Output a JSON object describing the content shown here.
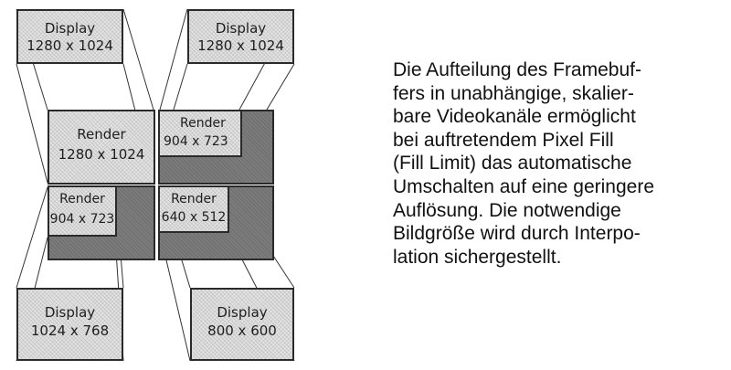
{
  "displays": {
    "top_left": {
      "title": "Display",
      "resolution": "1280 x 1024"
    },
    "top_right": {
      "title": "Display",
      "resolution": "1280 x 1024"
    },
    "bottom_left": {
      "title": "Display",
      "resolution": "1024 x 768"
    },
    "bottom_right": {
      "title": "Display",
      "resolution": "800 x 600"
    }
  },
  "renders": {
    "top_left": {
      "title": "Render",
      "resolution": "1280 x 1024"
    },
    "top_right": {
      "title": "Render",
      "resolution": "904 x 723"
    },
    "bottom_left": {
      "title": "Render",
      "resolution": "904 x 723"
    },
    "bottom_right": {
      "title": "Render",
      "resolution": "640 x 512"
    }
  },
  "description_lines": [
    "Die Aufteilung des Framebuf-",
    "fers in unabhängige, skalier-",
    "bare Videokanäle ermöglicht",
    "bei auftretendem Pixel Fill",
    "(Fill Limit) das automatische",
    "Umschalten auf eine geringere",
    "Auflösung. Die notwendige",
    "Bildgröße wird durch Interpo-",
    "lation sichergestellt."
  ]
}
